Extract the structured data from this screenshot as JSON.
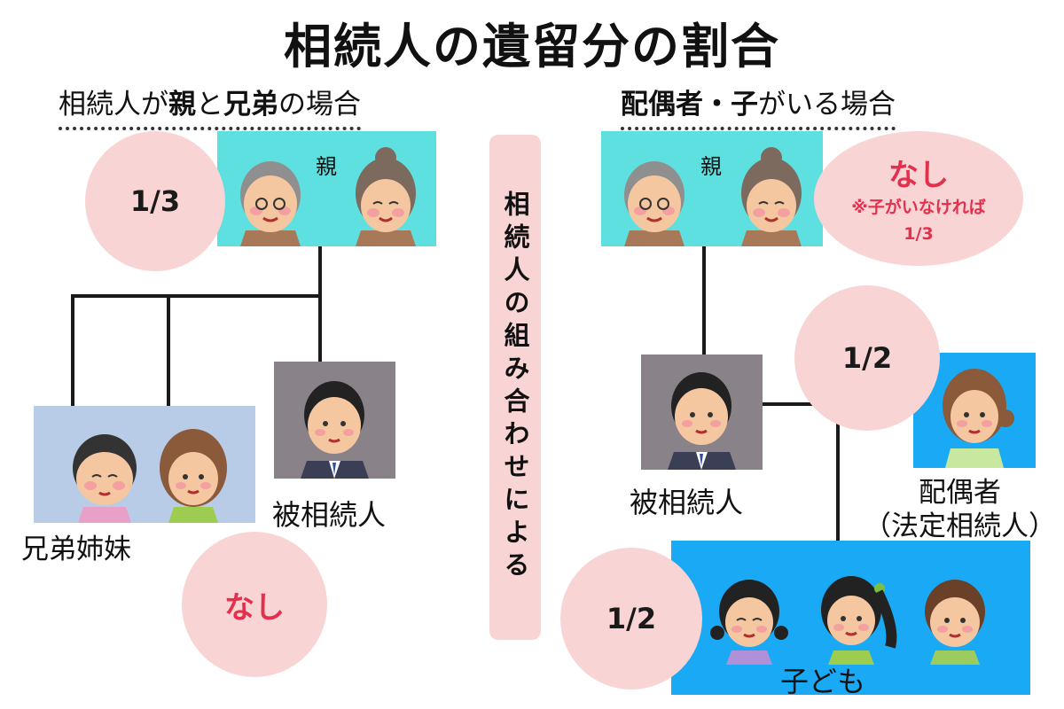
{
  "title": "相続人の遺留分の割合",
  "left": {
    "heading_parts": [
      "相続人が",
      "親",
      "と",
      "兄弟",
      "の場合"
    ],
    "parents_label": "親",
    "parents_share": "1/3",
    "deceased_label": "被相続人",
    "siblings_label": "兄弟姉妹",
    "siblings_share": "なし"
  },
  "center": {
    "text": "相続人の組み合わせによる"
  },
  "right": {
    "heading_parts": [
      "配偶者・子",
      "がいる場合"
    ],
    "parents_label": "親",
    "parents_share": "なし",
    "parents_note_1": "※子がいなければ",
    "parents_note_2": "1/3",
    "deceased_label": "被相続人",
    "spouse_label_1": "配偶者",
    "spouse_label_2": "（法定相続人）",
    "spouse_share": "1/2",
    "children_label": "子ども",
    "children_share": "1/2"
  },
  "colors": {
    "parents_box": "#5ee0e0",
    "siblings_box": "#b8cce8",
    "deceased_box": "#8a8289",
    "spouse_box": "#1aaaf5",
    "children_box": "#1aaaf5",
    "share_circle": "#f8d4d4",
    "none_text": "#e2304d"
  }
}
